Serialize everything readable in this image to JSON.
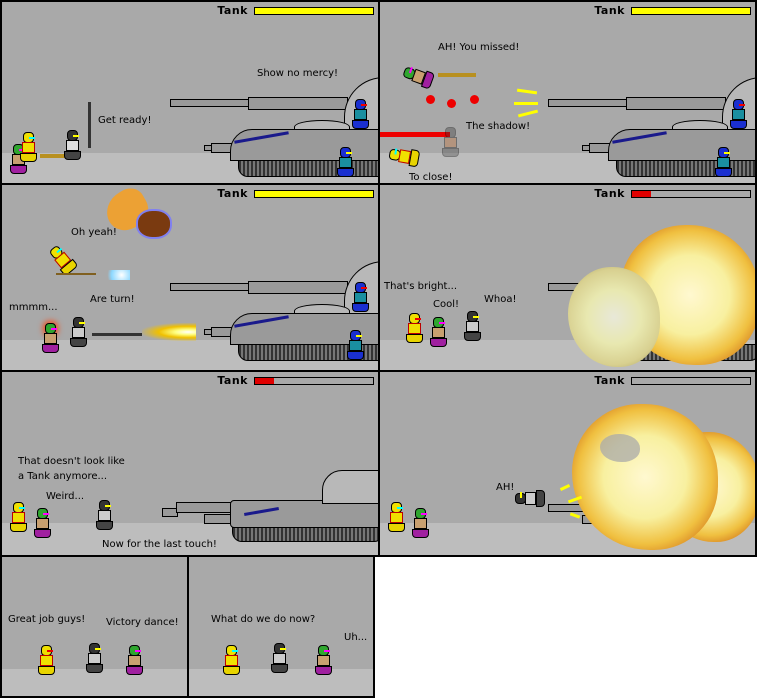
{
  "comic": {
    "hud_label": "Tank",
    "colors": {
      "sky": "#a9a9a9",
      "floor": "#bdbdbd",
      "health_full": "#ffff00",
      "health_low": "#e00000",
      "border": "#000000"
    },
    "panels": [
      {
        "id": 1,
        "health_pct": 100,
        "health_color": "#ffff00",
        "dialogue": [
          "Get ready!",
          "Show no mercy!"
        ]
      },
      {
        "id": 2,
        "health_pct": 100,
        "health_color": "#ffff00",
        "dialogue": [
          "AH! You missed!",
          "The shadow!",
          "To close!"
        ]
      },
      {
        "id": 3,
        "health_pct": 100,
        "health_color": "#ffff00",
        "dialogue": [
          "Oh yeah!",
          "mmmm...",
          "Are turn!"
        ]
      },
      {
        "id": 4,
        "health_pct": 16,
        "health_color": "#e00000",
        "dialogue": [
          "That's bright...",
          "Cool!",
          "Whoa!"
        ]
      },
      {
        "id": 5,
        "health_pct": 16,
        "health_color": "#e00000",
        "dialogue": [
          "That doesn't look like",
          "a Tank anymore...",
          "Weird...",
          "Now for the last touch!"
        ]
      },
      {
        "id": 6,
        "health_pct": 0,
        "health_color": "#e00000",
        "dialogue": [
          "AH!"
        ]
      },
      {
        "id": 7,
        "dialogue": [
          "Great job guys!",
          "Victory dance!"
        ]
      },
      {
        "id": 8,
        "dialogue": [
          "What do we do now?",
          "Uh..."
        ]
      }
    ]
  }
}
